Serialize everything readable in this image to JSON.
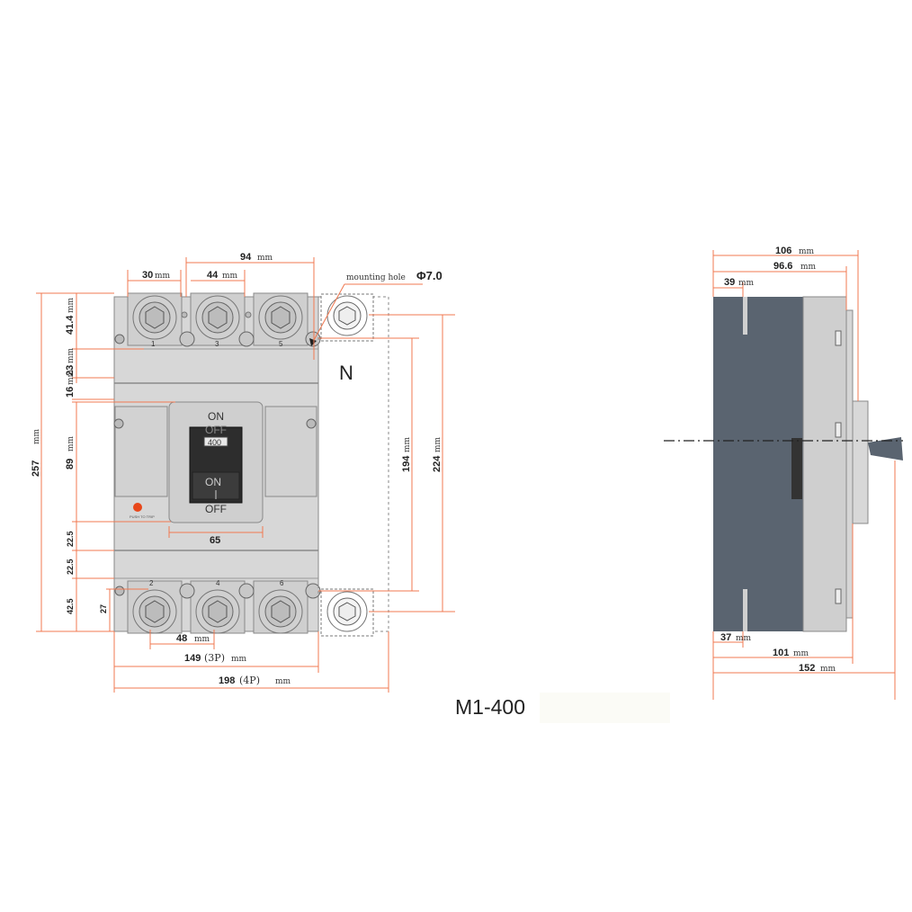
{
  "model": "M1-400",
  "neutral_label": "N",
  "mounting_hole": {
    "label": "mounting hole",
    "value": "Φ7.0"
  },
  "front_view": {
    "terminals_top": [
      "1",
      "3",
      "5"
    ],
    "terminals_bottom": [
      "2",
      "4",
      "6"
    ],
    "handle": {
      "on_top": "ON",
      "off_ghost": "OFF",
      "rating": "400",
      "on_label": "ON",
      "off_label": "OFF"
    },
    "push_to_trip": "PUSH TO TRIP"
  },
  "dimensions": {
    "d94": "94",
    "d30": "30",
    "d44": "44",
    "d41_4": "41.4",
    "d23": "23",
    "d16": "16",
    "d89": "89",
    "d257": "257",
    "d194": "194",
    "d224": "224",
    "d65": "65",
    "d22_5a": "22.5",
    "d22_5b": "22.5",
    "d42_5": "42.5",
    "d27": "27",
    "d48": "48",
    "d149": "149",
    "d149_note": "(3P)",
    "d198": "198",
    "d198_note": "(4P)",
    "unit": "mm"
  },
  "side_view": {
    "d106": "106",
    "d96_6": "96.6",
    "d39": "39",
    "d37": "37",
    "d101": "101",
    "d152": "152"
  }
}
